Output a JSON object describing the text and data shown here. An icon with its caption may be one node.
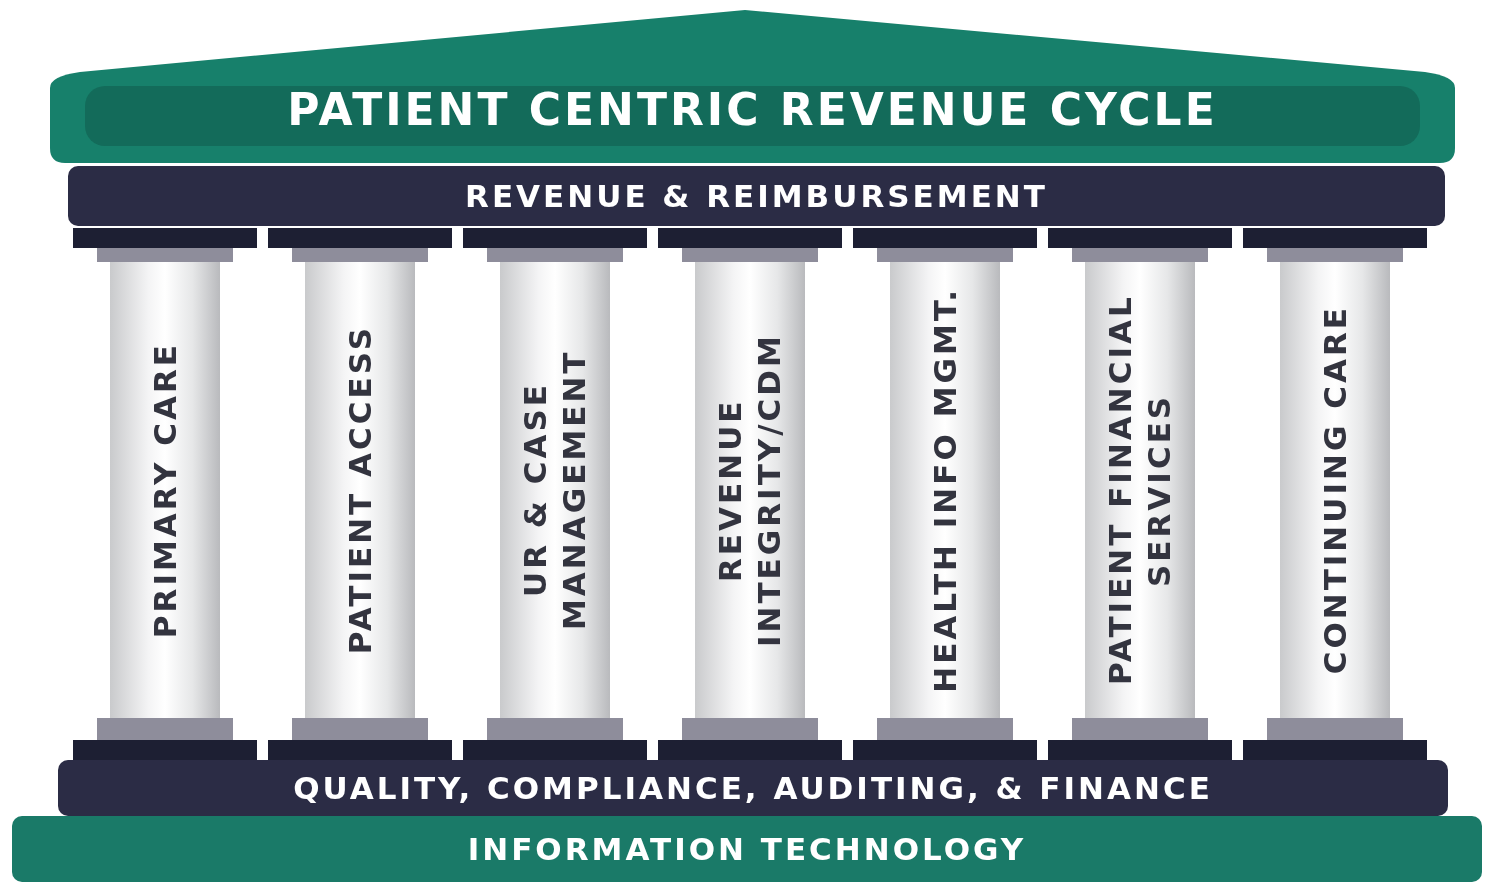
{
  "diagram": {
    "nodes": [
      {
        "text": [
          "PATIENT CENTRIC REVENUE CYCLE"
        ]
      },
      {
        "text": [
          "REVENUE & REIMBURSEMENT"
        ]
      },
      {
        "text": [
          "PRIMARY CARE"
        ]
      },
      {
        "text": [
          "PATIENT ACCESS"
        ]
      },
      {
        "text": [
          "UR & CASE MANAGEMENT"
        ]
      },
      {
        "text": [
          "REVENUE INTEGRITY/CDM"
        ]
      },
      {
        "text": [
          "HEALTH INFO MGMT."
        ]
      },
      {
        "text": [
          "PATIENT FINANCIAL SERVICES"
        ]
      },
      {
        "text": [
          "CONTINUING CARE"
        ]
      },
      {
        "text": [
          "QUALITY, COMPLIANCE, AUDITING, & FINANCE"
        ]
      },
      {
        "text": [
          "INFORMATION TECHNOLOGY"
        ]
      }
    ],
    "edges": []
  }
}
